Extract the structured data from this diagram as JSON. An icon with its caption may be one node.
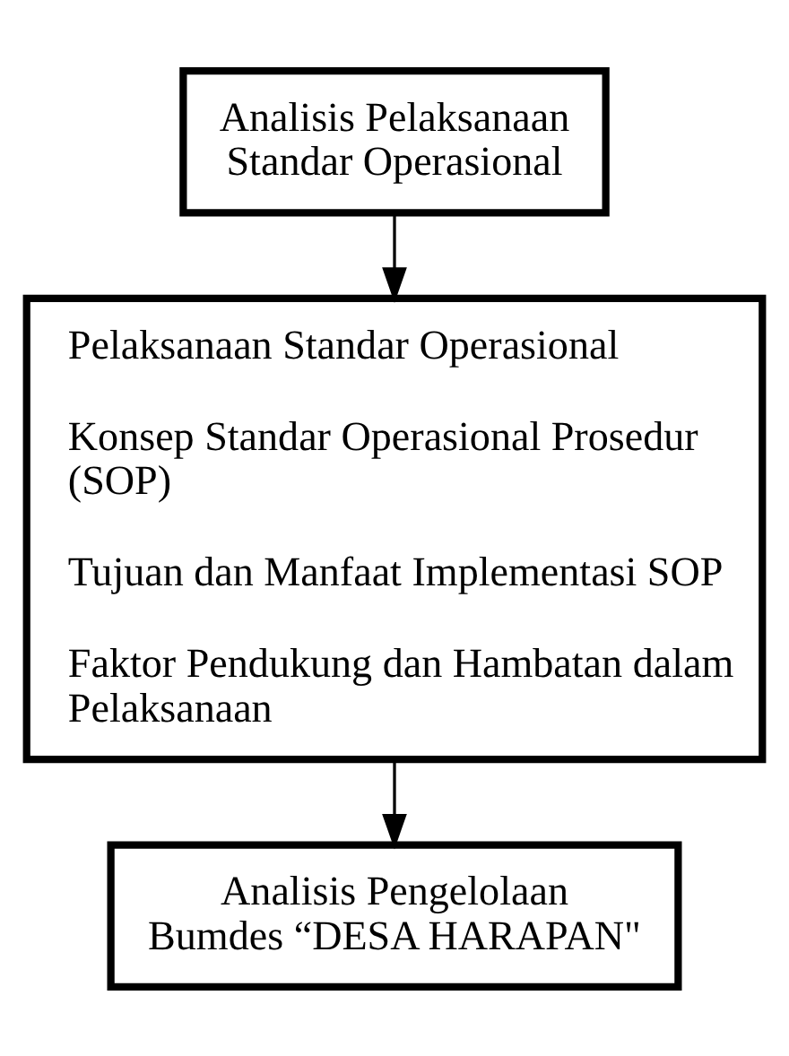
{
  "diagram": {
    "nodes": [
      {
        "text": [
          "Analisis Pelaksanaan Standar Operasional"
        ]
      },
      {
        "text": [
          "Pelaksanaan Standar Operasional",
          "Konsep Standar Operasional Prosedur (SOP)",
          "Tujuan dan Manfaat Implementasi SOP",
          "Faktor Pendukung dan Hambatan dalam Pelaksanaan"
        ]
      },
      {
        "text": [
          "Analisis Pengelolaan Bumdes “DESA HARAPAN\""
        ]
      }
    ],
    "edges": [
      {
        "from": 0,
        "to": 1,
        "arrow": "to"
      },
      {
        "from": 1,
        "to": 2,
        "arrow": "to"
      }
    ]
  }
}
